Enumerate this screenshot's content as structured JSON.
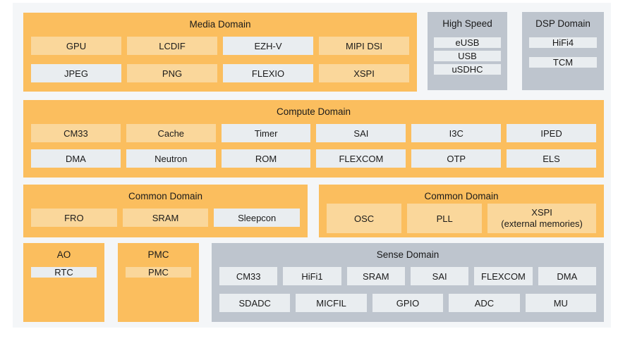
{
  "colors": {
    "page_bg": "#ffffff",
    "canvas_bg": "#f4f6f8",
    "panel_orange": "#fbbe5e",
    "box_light_orange": "#fad79b",
    "panel_gray": "#bec5ce",
    "box_light_gray": "#e9edf0",
    "text": "#1a1a1a"
  },
  "panels": {
    "media": {
      "title": "Media Domain",
      "rows": [
        [
          "GPU",
          "LCDIF",
          "EZH-V",
          "MIPI DSI"
        ],
        [
          "JPEG",
          "PNG",
          "FLEXIO",
          "XSPI"
        ]
      ]
    },
    "high_speed": {
      "title": "High Speed",
      "boxes": [
        "eUSB",
        "USB",
        "uSDHC"
      ]
    },
    "dsp": {
      "title": "DSP Domain",
      "boxes": [
        "HiFi4",
        "TCM"
      ]
    },
    "compute": {
      "title": "Compute Domain",
      "rows": [
        [
          "CM33",
          "Cache",
          "Timer",
          "SAI",
          "I3C",
          "IPED"
        ],
        [
          "DMA",
          "Neutron",
          "ROM",
          "FLEXCOM",
          "OTP",
          "ELS"
        ]
      ]
    },
    "common_left": {
      "title": "Common Domain",
      "boxes": [
        "FRO",
        "SRAM",
        "Sleepcon"
      ]
    },
    "common_right": {
      "title": "Common Domain",
      "boxes": [
        "OSC",
        "PLL"
      ],
      "xspi_label": "XSPI",
      "xspi_sublabel": "(external memories)"
    },
    "ao": {
      "title": "AO",
      "boxes": [
        "RTC"
      ]
    },
    "pmc": {
      "title": "PMC",
      "boxes": [
        "PMC"
      ]
    },
    "sense": {
      "title": "Sense Domain",
      "rows": [
        [
          "CM33",
          "HiFi1",
          "SRAM",
          "SAI",
          "FLEXCOM",
          "DMA"
        ],
        [
          "SDADC",
          "MICFIL",
          "GPIO",
          "ADC",
          "MU"
        ]
      ]
    }
  }
}
